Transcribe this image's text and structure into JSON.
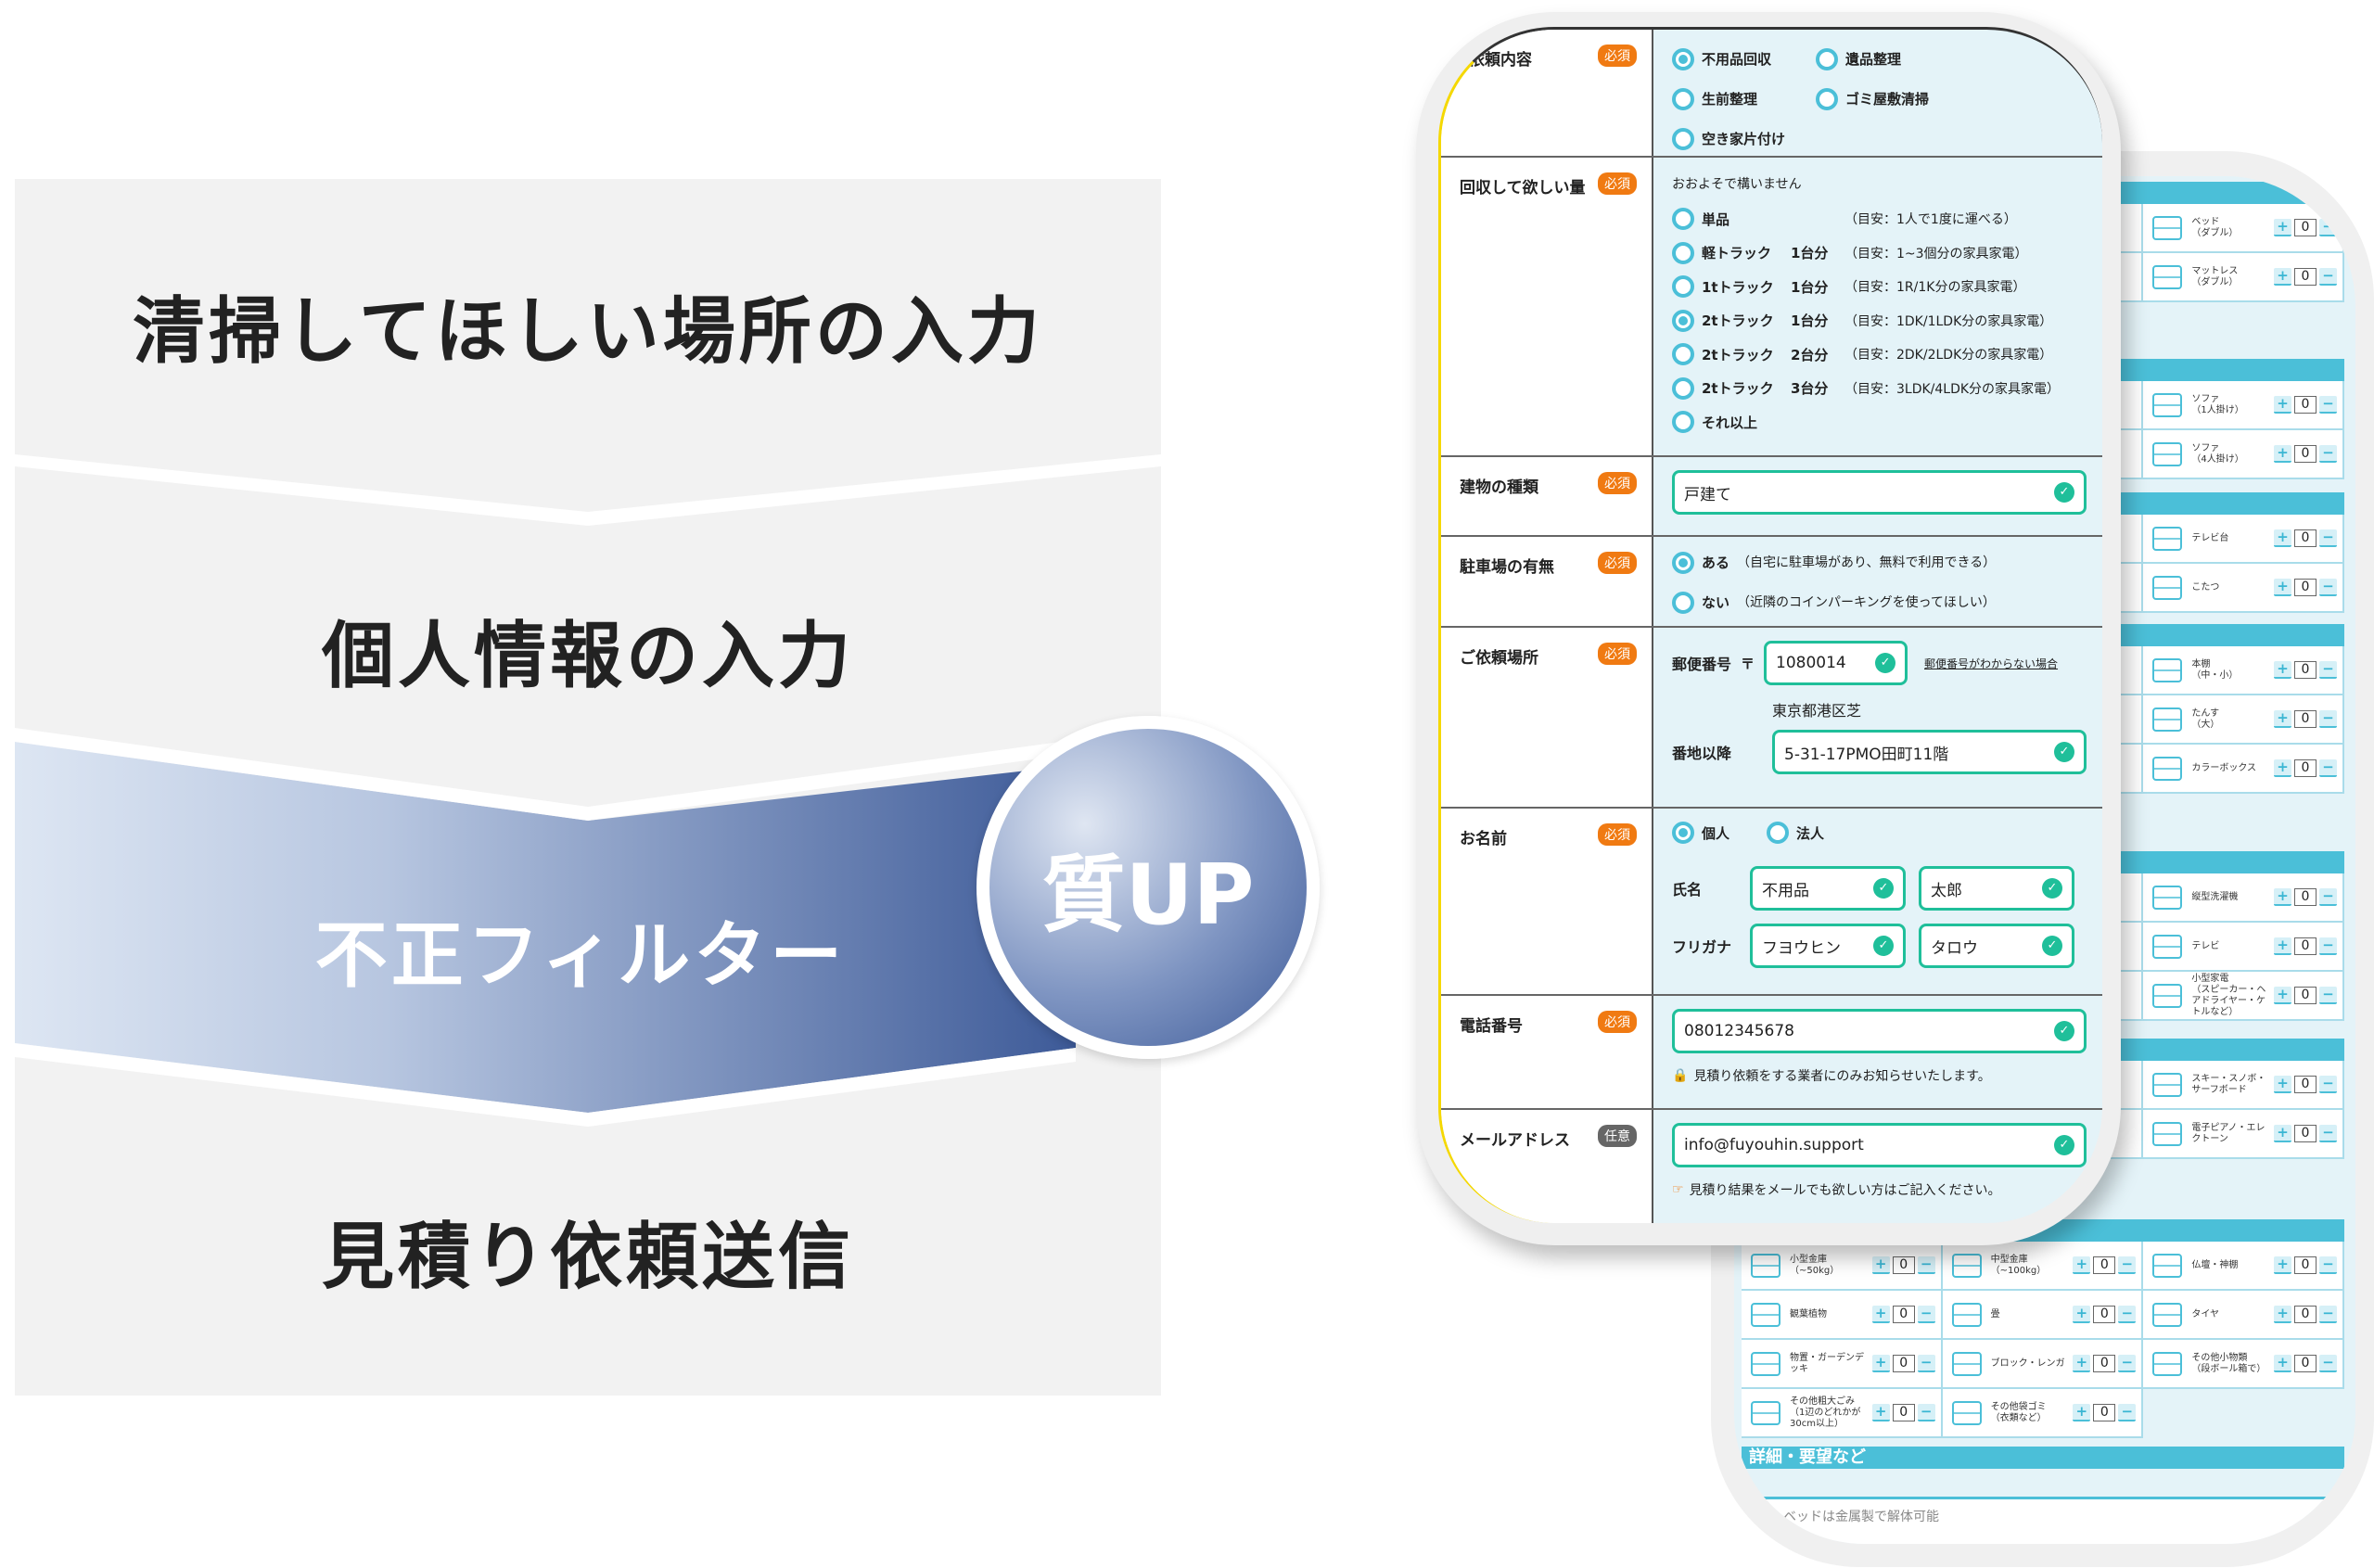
{
  "flow": {
    "steps": [
      "清掃してほしい場所の入力",
      "個人情報の入力",
      "不正フィルター",
      "見積り依頼送信"
    ],
    "badge": "質UP",
    "colors": {
      "panel": "#f2f2f2",
      "blue_dark": "#3d5a98",
      "blue_light": "#dde6f3"
    }
  },
  "back_form": {
    "sections": [
      {
        "rows": [
          {
            "name": "ベッド\n（ダブル）",
            "icon": "bed-icon",
            "count": "0"
          },
          {
            "name": "マットレス\n（ダブル）",
            "icon": "mattress-icon",
            "count": "0"
          }
        ]
      },
      {
        "rows": [
          {
            "name": "ソファ\n（1人掛け）",
            "icon": "armchair-icon",
            "count": "0"
          },
          {
            "name": "ソファ\n（4人掛け）",
            "icon": "sofa-icon",
            "count": "0"
          }
        ]
      },
      {
        "rows": [
          {
            "name": "テレビ台",
            "icon": "tv-stand-icon",
            "count": "0"
          },
          {
            "name": "こたつ",
            "icon": "kotatsu-icon",
            "count": "0"
          }
        ]
      },
      {
        "rows": [
          {
            "name": "本棚\n（中・小）",
            "icon": "bookshelf-icon",
            "count": "0"
          },
          {
            "name": "たんす\n（大）",
            "icon": "chest-icon",
            "count": "0"
          },
          {
            "name": "カラーボックス",
            "icon": "color-box-icon",
            "count": "0"
          }
        ]
      },
      {
        "rows": [
          {
            "name": "縦型洗濯機",
            "icon": "washer-icon",
            "count": "0"
          },
          {
            "name": "テレビ",
            "icon": "tv-icon",
            "count": "0"
          },
          {
            "name": "小型家電\n（スピーカー・ヘアドライヤー・ケトルなど）",
            "icon": "kettle-icon",
            "count": "0"
          }
        ]
      },
      {
        "rows": [
          {
            "name": "スキー・スノボ・サーフボード",
            "icon": "ski-icon",
            "count": "0"
          },
          {
            "name": "電子ピアノ・エレクトーン",
            "icon": "keyboard-icon",
            "count": "0"
          }
        ]
      }
    ],
    "bottom_grid": [
      [
        {
          "name": "小型金庫\n（~50kg）",
          "icon": "small-safe-icon",
          "count": "0"
        },
        {
          "name": "中型金庫\n（~100kg）",
          "icon": "safe-icon",
          "count": "0"
        },
        {
          "name": "仏壇・神棚",
          "icon": "altar-icon",
          "count": "0"
        }
      ],
      [
        {
          "name": "観葉植物",
          "icon": "plant-icon",
          "count": "0"
        },
        {
          "name": "畳",
          "icon": "tatami-icon",
          "count": "0"
        },
        {
          "name": "タイヤ",
          "icon": "tire-icon",
          "count": "0"
        }
      ],
      [
        {
          "name": "物置・ガーデンデッキ",
          "icon": "shed-icon",
          "count": "0"
        },
        {
          "name": "ブロック・レンガ",
          "icon": "brick-icon",
          "count": "0"
        },
        {
          "name": "その他小物類\n（段ボール箱で）",
          "icon": "box-icon",
          "count": "0"
        }
      ],
      [
        {
          "name": "その他粗大ごみ\n（1辺のどれかが30cm以上）",
          "icon": "large-box-icon",
          "count": "0"
        },
        {
          "name": "その他袋ゴミ\n（衣類など）",
          "icon": "bag-icon",
          "count": "0"
        }
      ]
    ],
    "plus": "+",
    "minus": "−",
    "details_header": "詳細・要望など",
    "details_placeholder": "例：ベッドは金属製で解体可能"
  },
  "form": {
    "required": "必須",
    "optional": "任意",
    "request": {
      "label": "依頼内容",
      "options": [
        "不用品回収",
        "遺品整理",
        "生前整理",
        "ゴミ屋敷清掃",
        "空き家片付け"
      ],
      "selected": 0
    },
    "amount": {
      "label": "回収して欲しい量",
      "note": "おおよそで構いません",
      "options": [
        {
          "name": "単品",
          "qty": "",
          "hint": "（目安：1人で1度に運べる）"
        },
        {
          "name": "軽トラック",
          "qty": "1台分",
          "hint": "（目安：1~3個分の家具家電）"
        },
        {
          "name": "1tトラック",
          "qty": "1台分",
          "hint": "（目安：1R/1K分の家具家電）"
        },
        {
          "name": "2tトラック",
          "qty": "1台分",
          "hint": "（目安：1DK/1LDK分の家具家電）"
        },
        {
          "name": "2tトラック",
          "qty": "2台分",
          "hint": "（目安：2DK/2LDK分の家具家電）"
        },
        {
          "name": "2tトラック",
          "qty": "3台分",
          "hint": "（目安：3LDK/4LDK分の家具家電）"
        },
        {
          "name": "それ以上",
          "qty": "",
          "hint": ""
        }
      ],
      "selected": 3
    },
    "building": {
      "label": "建物の種類",
      "value": "戸建て"
    },
    "parking": {
      "label": "駐車場の有無",
      "options": [
        {
          "name": "ある",
          "hint": "（自宅に駐車場があり、無料で利用できる）"
        },
        {
          "name": "ない",
          "hint": "（近隣のコインパーキングを使ってほしい）"
        }
      ],
      "selected": 0
    },
    "location": {
      "label": "ご依頼場所",
      "postal_label": "郵便番号",
      "postal_mark": "〒",
      "postal": "1080014",
      "postal_link": "郵便番号がわからない場合",
      "address": "東京都港区芝",
      "street_label": "番地以降",
      "street": "5-31-17PMO田町11階"
    },
    "name": {
      "label": "お名前",
      "types": [
        "個人",
        "法人"
      ],
      "selected": 0,
      "name_label": "氏名",
      "last": "不用品",
      "first": "太郎",
      "kana_label": "フリガナ",
      "last_kana": "フヨウヒン",
      "first_kana": "タロウ"
    },
    "phone": {
      "label": "電話番号",
      "value": "08012345678",
      "hint": "見積り依頼をする業者にのみお知らせいたします。"
    },
    "email": {
      "label": "メールアドレス",
      "value": "info@fuyouhin.support",
      "hint": "見積り結果をメールでも欲しい方はご記入ください。"
    }
  }
}
